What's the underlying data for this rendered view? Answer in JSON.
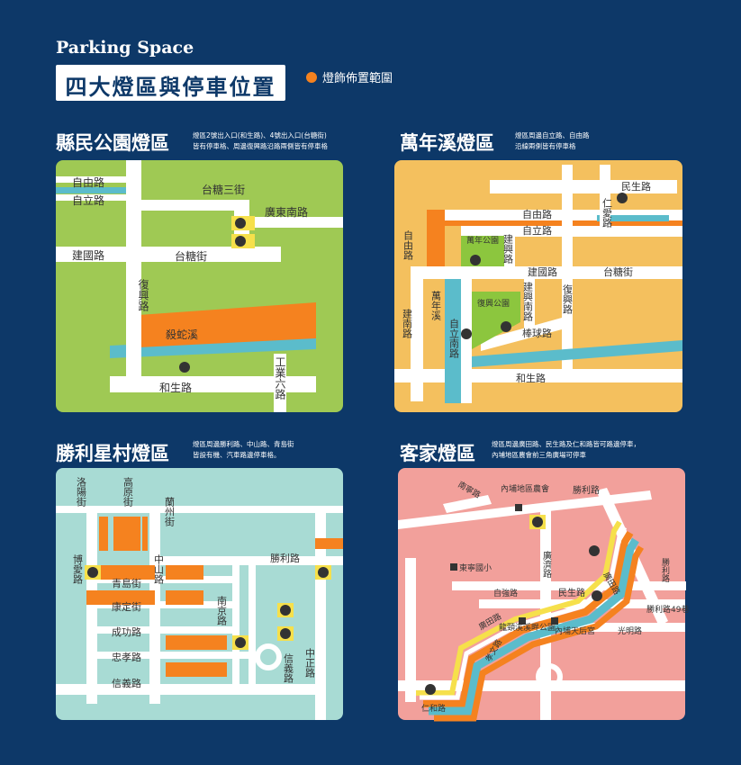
{
  "header": {
    "eyebrow": "Parking Space",
    "title": "四大燈區與停車位置",
    "legend_label": "燈飾佈置範圍",
    "legend_color": "#f5821f"
  },
  "colors": {
    "background": "#0d3868",
    "road": "#ffffff",
    "lighting": "#f5821f",
    "river": "#5bbccb",
    "park": "#8cc63e",
    "parking": "#f6e04b"
  },
  "sections": {
    "county": {
      "title": "縣民公園燈區",
      "note": [
        "燈區2號出入口(和生路)、4號出入口(台糖街)",
        "皆有停車格、周邊復興路沿路兩側皆有停車格"
      ],
      "map_color": "#9fc954",
      "labels": {
        "ziyou": "自由路",
        "zili": "自立路",
        "taitang3": "台糖三街",
        "guangdongnan": "廣東南路",
        "jianguo": "建國路",
        "taitang": "台糖街",
        "fuxing": "復興路",
        "river": "殺蛇溪",
        "hesheng": "和生路",
        "gongye6": "工業六路"
      }
    },
    "wannian": {
      "title": "萬年溪燈區",
      "note": [
        "燈區周邊自立路、自由路",
        "沿線兩側皆有停車格"
      ],
      "map_color": "#f4c05e",
      "labels": {
        "minsheng": "民生路",
        "ziyou_top": "自由路",
        "ziyou_left": "自由路",
        "zili_top": "自立路",
        "renai": "仁愛路",
        "wannian_park": "萬年公園",
        "jianxing": "建興路",
        "jianguo": "建國路",
        "taitang": "台糖街",
        "jiannan": "建南路",
        "wannianxi": "萬年溪",
        "fuxing_park": "復興公園",
        "jianxingnan": "建興南路",
        "fuxing": "復興路",
        "bangqiu": "棒球路",
        "zilinan": "自立南路",
        "hesheng": "和生路"
      }
    },
    "shengli": {
      "title": "勝利星村燈區",
      "note": [
        "燈區周邊勝利路、中山路、青島街",
        "皆設有機、汽車路邊停車格。"
      ],
      "map_color": "#a8dbd4",
      "labels": {
        "luoyang": "洛陽街",
        "gaoyuan": "高原街",
        "lanzhou": "蘭州街",
        "boai": "博愛路",
        "zhongshan": "中山路",
        "shengli": "勝利路",
        "qingdao": "青島街",
        "kangding": "康定街",
        "nanjing": "南京路",
        "chenggong": "成功路",
        "zhongxiao": "忠孝路",
        "xinyi_v": "信義路",
        "zhongzheng": "中正路",
        "xinyi_h": "信義路"
      }
    },
    "hakka": {
      "title": "客家燈區",
      "note": [
        "燈區周邊廣田路、民生路及仁和路皆可路邊停車，",
        "內埔地區農會前三角廣場可停車"
      ],
      "map_color": "#f2a09b",
      "labels": {
        "nanning": "南寧路",
        "farmers": "內埔地區農會",
        "shengli": "勝利路",
        "guangji": "廣濟路",
        "dongning": "東寧國小",
        "ziqiang": "自強路",
        "minsheng": "民生路",
        "guangtian": "廣田路",
        "shengli_r": "勝利路",
        "lane49": "勝利路49巷",
        "guangming": "光明路",
        "guangtian2": "廣田路",
        "longquan": "龍頸溪溪畔公園",
        "tianhou": "內埔天后宮",
        "xiaoan": "孝文路",
        "renhe": "仁和路"
      }
    }
  }
}
